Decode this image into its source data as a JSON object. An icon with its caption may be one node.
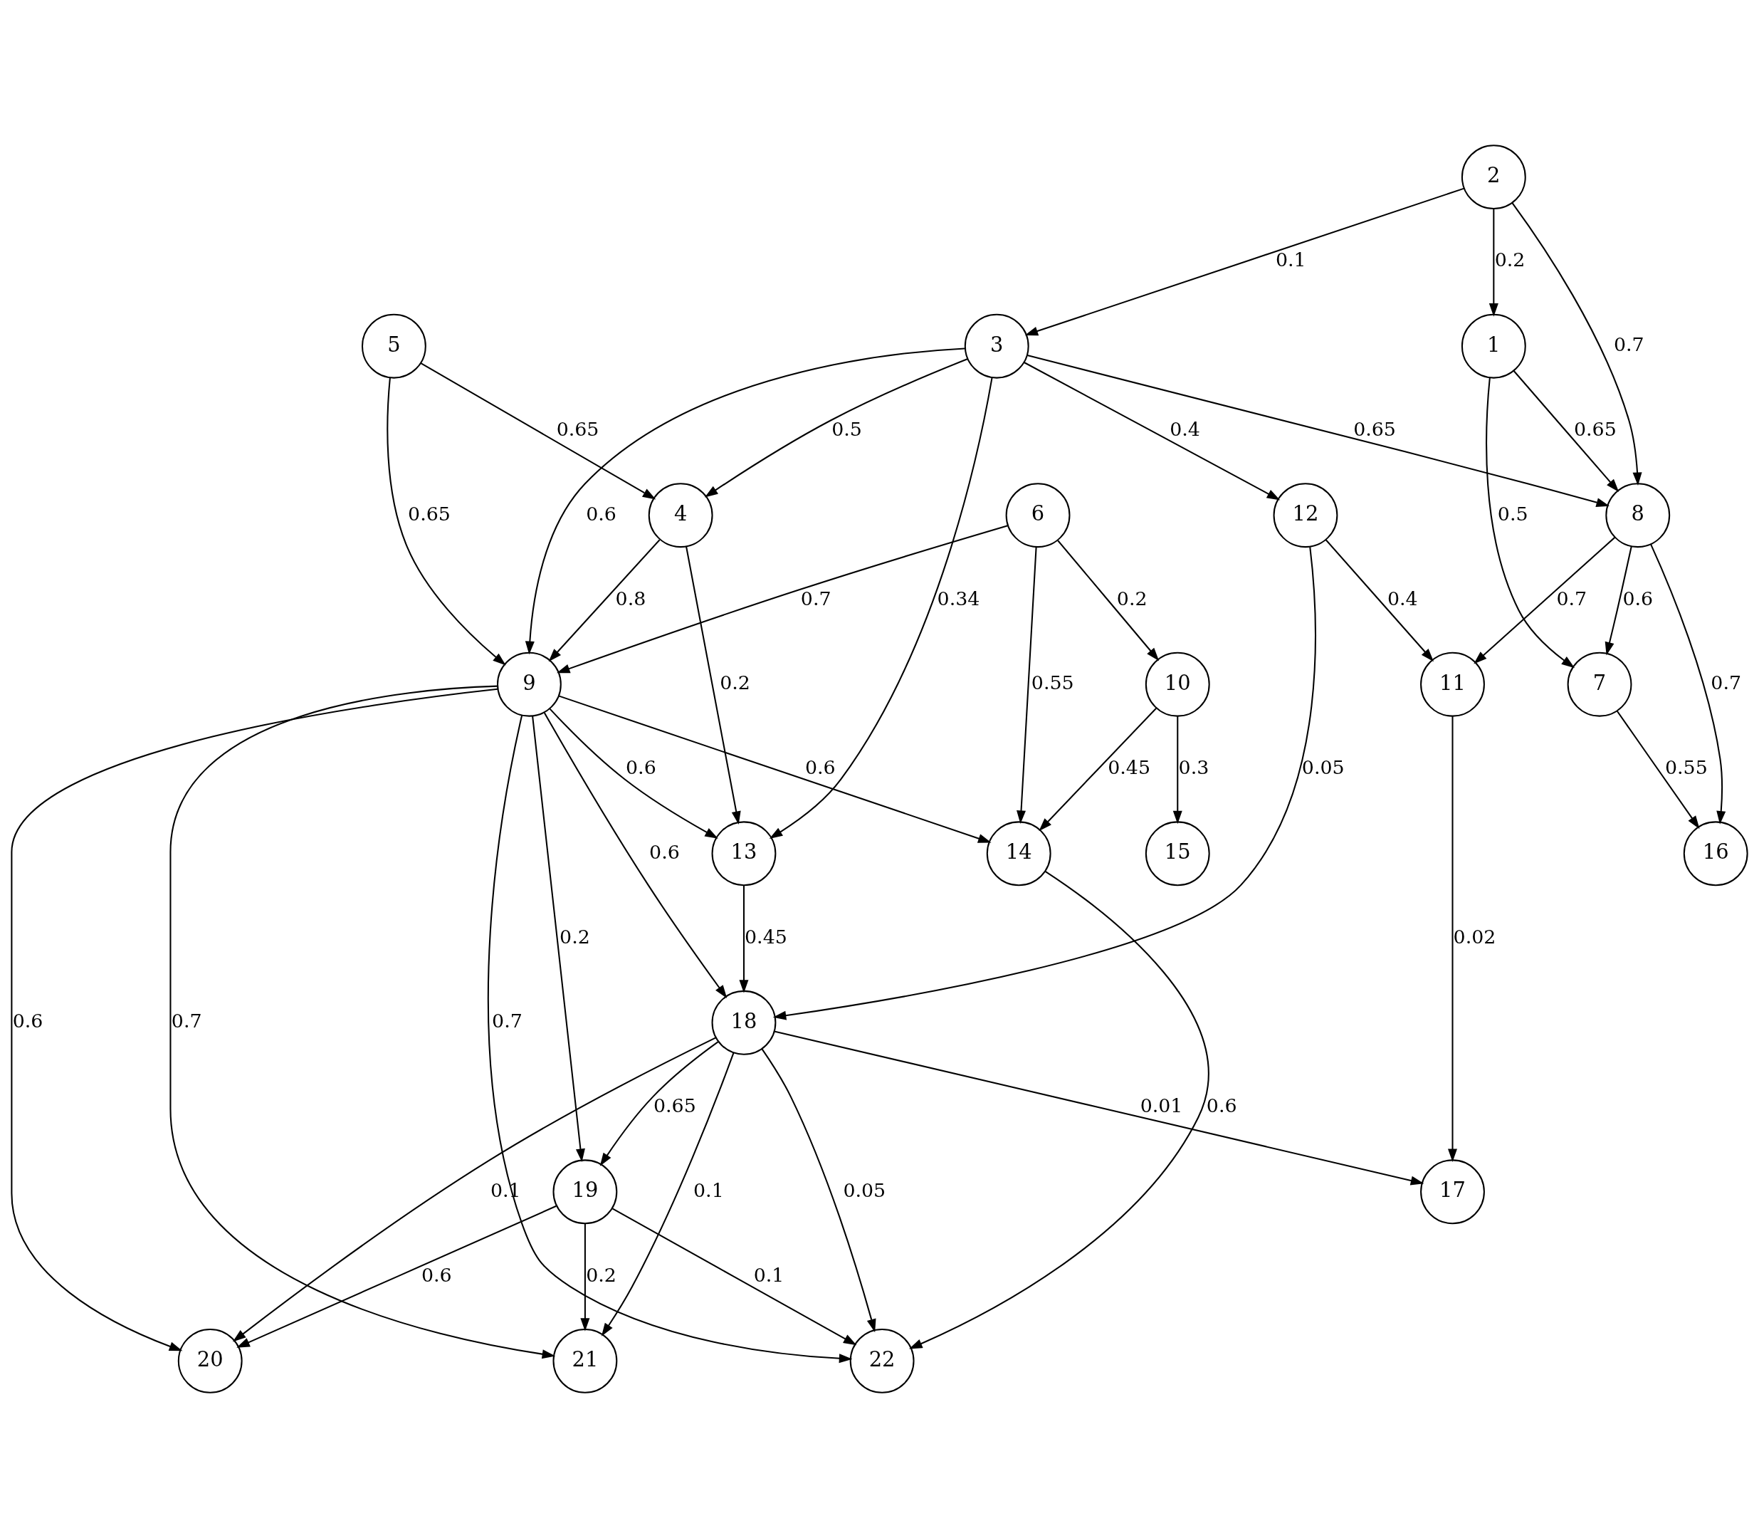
{
  "diagram": {
    "nodes": [
      {
        "text": [
          "1"
        ]
      },
      {
        "text": [
          "2"
        ]
      },
      {
        "text": [
          "3"
        ]
      },
      {
        "text": [
          "4"
        ]
      },
      {
        "text": [
          "5"
        ]
      },
      {
        "text": [
          "6"
        ]
      },
      {
        "text": [
          "7"
        ]
      },
      {
        "text": [
          "8"
        ]
      },
      {
        "text": [
          "9"
        ]
      },
      {
        "text": [
          "10"
        ]
      },
      {
        "text": [
          "11"
        ]
      },
      {
        "text": [
          "12"
        ]
      },
      {
        "text": [
          "13"
        ]
      },
      {
        "text": [
          "14"
        ]
      },
      {
        "text": [
          "15"
        ]
      },
      {
        "text": [
          "16"
        ]
      },
      {
        "text": [
          "17"
        ]
      },
      {
        "text": [
          "18"
        ]
      },
      {
        "text": [
          "19"
        ]
      },
      {
        "text": [
          "20"
        ]
      },
      {
        "text": [
          "21"
        ]
      },
      {
        "text": [
          "22"
        ]
      }
    ],
    "edges": [
      {
        "from": 1,
        "to": 0,
        "arrow": "to",
        "label": "0.2"
      },
      {
        "from": 1,
        "to": 7,
        "arrow": "to",
        "label": "0.7"
      },
      {
        "from": 1,
        "to": 2,
        "arrow": "to",
        "label": "0.1"
      },
      {
        "from": 0,
        "to": 7,
        "arrow": "to",
        "label": "0.65"
      },
      {
        "from": 0,
        "to": 6,
        "arrow": "to",
        "label": "0.5"
      },
      {
        "from": 2,
        "to": 7,
        "arrow": "to",
        "label": "0.65"
      },
      {
        "from": 2,
        "to": 11,
        "arrow": "to",
        "label": "0.4"
      },
      {
        "from": 2,
        "to": 12,
        "arrow": "to",
        "label": "0.34"
      },
      {
        "from": 2,
        "to": 8,
        "arrow": "to",
        "label": "0.6"
      },
      {
        "from": 2,
        "to": 3,
        "arrow": "to",
        "label": "0.5"
      },
      {
        "from": 4,
        "to": 3,
        "arrow": "to",
        "label": "0.65"
      },
      {
        "from": 4,
        "to": 8,
        "arrow": "to",
        "label": "0.65"
      },
      {
        "from": 5,
        "to": 8,
        "arrow": "to",
        "label": "0.7"
      },
      {
        "from": 5,
        "to": 9,
        "arrow": "to",
        "label": "0.2"
      },
      {
        "from": 5,
        "to": 13,
        "arrow": "to",
        "label": "0.55"
      },
      {
        "from": 9,
        "to": 14,
        "arrow": "to",
        "label": "0.3"
      },
      {
        "from": 9,
        "to": 13,
        "arrow": "to",
        "label": "0.45"
      },
      {
        "from": 7,
        "to": 6,
        "arrow": "to",
        "label": "0.6"
      },
      {
        "from": 7,
        "to": 15,
        "arrow": "to",
        "label": "0.7"
      },
      {
        "from": 7,
        "to": 10,
        "arrow": "to",
        "label": "0.7"
      },
      {
        "from": 6,
        "to": 15,
        "arrow": "to",
        "label": "0.55"
      },
      {
        "from": 11,
        "to": 10,
        "arrow": "to",
        "label": "0.4"
      },
      {
        "from": 11,
        "to": 17,
        "arrow": "to",
        "label": "0.05"
      },
      {
        "from": 3,
        "to": 8,
        "arrow": "to",
        "label": "0.8"
      },
      {
        "from": 3,
        "to": 12,
        "arrow": "to",
        "label": "0.2"
      },
      {
        "from": 10,
        "to": 16,
        "arrow": "to",
        "label": "0.02"
      },
      {
        "from": 8,
        "to": 12,
        "arrow": "to",
        "label": "0.6"
      },
      {
        "from": 8,
        "to": 17,
        "arrow": "to",
        "label": "0.6"
      },
      {
        "from": 8,
        "to": 13,
        "arrow": "to",
        "label": "0.6"
      },
      {
        "from": 8,
        "to": 18,
        "arrow": "to",
        "label": "0.2"
      },
      {
        "from": 8,
        "to": 19,
        "arrow": "to",
        "label": "0.6"
      },
      {
        "from": 8,
        "to": 20,
        "arrow": "to",
        "label": "0.7"
      },
      {
        "from": 8,
        "to": 21,
        "arrow": "to",
        "label": "0.7"
      },
      {
        "from": 12,
        "to": 17,
        "arrow": "to",
        "label": "0.45"
      },
      {
        "from": 17,
        "to": 16,
        "arrow": "to",
        "label": "0.01"
      },
      {
        "from": 17,
        "to": 19,
        "arrow": "to",
        "label": "0.1"
      },
      {
        "from": 17,
        "to": 20,
        "arrow": "to",
        "label": "0.1"
      },
      {
        "from": 17,
        "to": 21,
        "arrow": "to",
        "label": "0.05"
      },
      {
        "from": 17,
        "to": 18,
        "arrow": "to",
        "label": "0.65"
      },
      {
        "from": 13,
        "to": 21,
        "arrow": "to",
        "label": "0.6"
      },
      {
        "from": 18,
        "to": 19,
        "arrow": "to",
        "label": "0.6"
      },
      {
        "from": 18,
        "to": 20,
        "arrow": "to",
        "label": "0.2"
      },
      {
        "from": 18,
        "to": 21,
        "arrow": "to",
        "label": "0.1"
      }
    ]
  }
}
